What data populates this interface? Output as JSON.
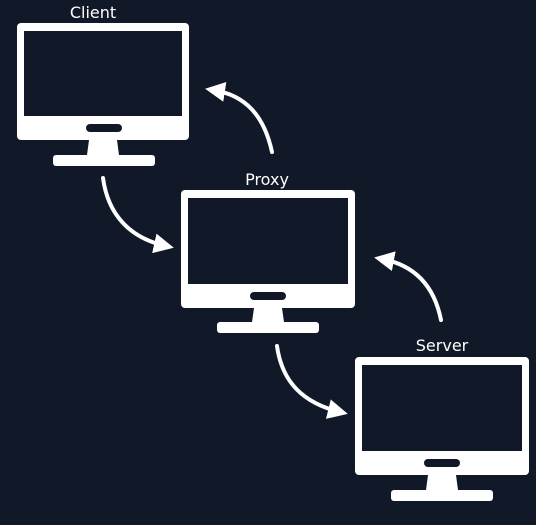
{
  "diagram": {
    "background": "#111827",
    "stroke_color": "#ffffff",
    "nodes": [
      {
        "id": "client",
        "label": "Client",
        "icon": "monitor-icon"
      },
      {
        "id": "proxy",
        "label": "Proxy",
        "icon": "monitor-icon"
      },
      {
        "id": "server",
        "label": "Server",
        "icon": "monitor-icon"
      }
    ],
    "edges": [
      {
        "from": "client",
        "to": "proxy"
      },
      {
        "from": "proxy",
        "to": "client"
      },
      {
        "from": "proxy",
        "to": "server"
      },
      {
        "from": "server",
        "to": "proxy"
      }
    ]
  }
}
